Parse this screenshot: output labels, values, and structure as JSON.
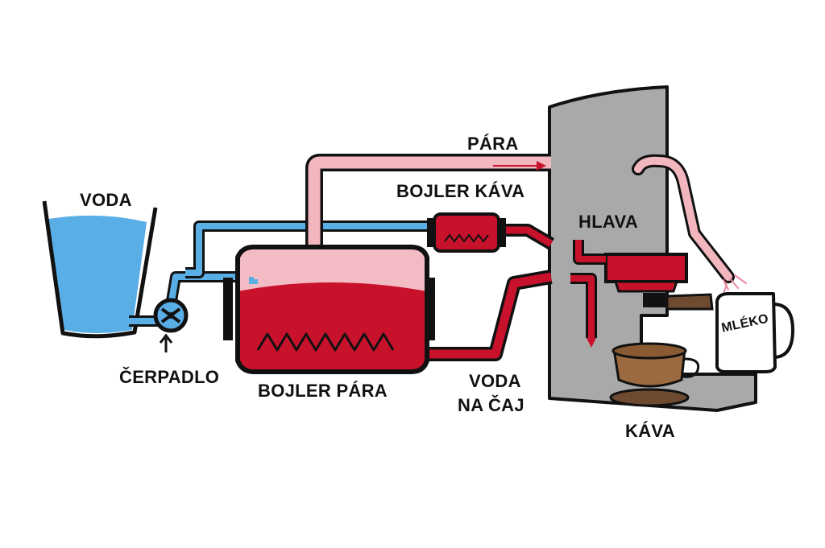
{
  "labels": {
    "voda": "VODA",
    "cerpadlo": "ČERPADLO",
    "bojler_para": "BOJLER PÁRA",
    "bojler_kava": "BOJLER KÁVA",
    "para": "PÁRA",
    "hlava": "HLAVA",
    "voda_na_caj_line1": "VODA",
    "voda_na_caj_line2": "NA ČAJ",
    "kava": "KÁVA",
    "mleko": "MLÉKO"
  },
  "colors": {
    "water": "#5aaee6",
    "hot_water": "#c8122b",
    "steam": "#f1b6be",
    "machine": "#a9a9a9",
    "coffee": "#8a5a33",
    "outline": "#111111"
  }
}
